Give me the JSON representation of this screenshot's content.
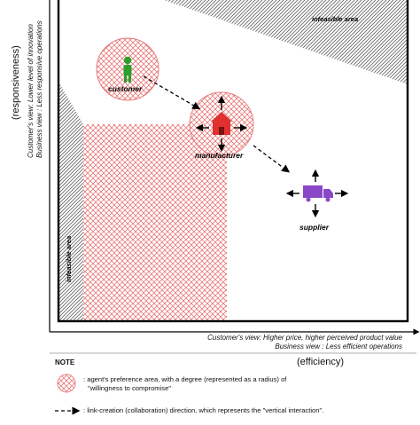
{
  "diagram": {
    "y_axis": {
      "title": "(responsiveness)",
      "customer_view": "Customer's view: Lower level of innovation",
      "business_view": "Business view : Less responsive operations"
    },
    "x_axis": {
      "customer_view": "Customer's view: Higher price, higher perceived product value",
      "business_view": "Business view : Less efficient operations",
      "title": "(efficiency)"
    },
    "regions": {
      "infeasible_top": "infeasible area",
      "infeasible_left": "infeasible area"
    },
    "agents": {
      "customer": "customer",
      "manufacturer": "manufacturer",
      "supplier": "supplier"
    },
    "colors": {
      "customer": "#2e9e2e",
      "manufacturer": "#e03030",
      "supplier": "#8a48c8",
      "preference_area": "#e87b7b",
      "infeasible": "#777777"
    }
  },
  "note": {
    "title": "NOTE",
    "preference_line1": ": agent's preference area, with a degree (represented as a radius) of",
    "preference_line2": "\"willingness to compromise\"",
    "link_text": ": link-creation (collaboration) direction, which represents the \"vertical interaction\"."
  }
}
